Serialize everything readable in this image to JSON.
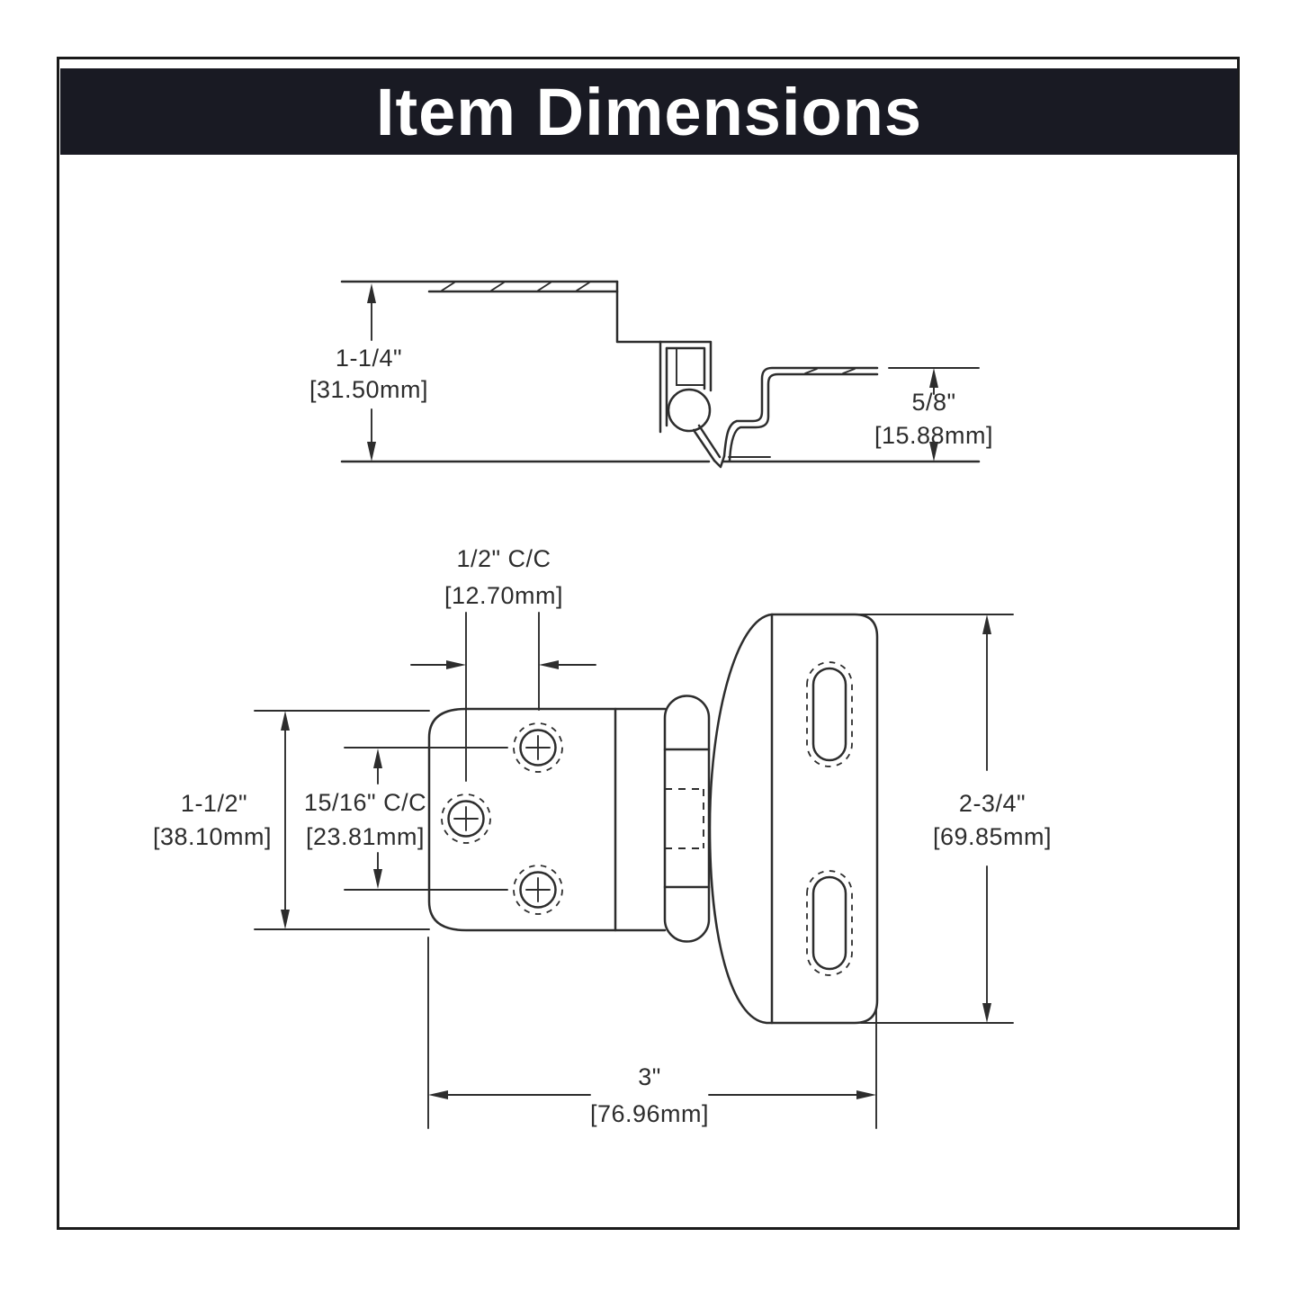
{
  "page": {
    "background": "#ffffff",
    "border_color": "#1a1a1a"
  },
  "header": {
    "title": "Item Dimensions",
    "bg_color": "#191a23",
    "text_color": "#ffffff"
  },
  "side_view": {
    "overlay_height": {
      "inches": "1-1/4\"",
      "mm": "[31.50mm]"
    },
    "frame_reveal": {
      "inches": "5/8\"",
      "mm": "[15.88mm]"
    }
  },
  "front_view": {
    "screw_hole_offset": {
      "inches": "1/2\" C/C",
      "mm": "[12.70mm]"
    },
    "leaf_height": {
      "inches": "1-1/2\"",
      "mm": "[38.10mm]"
    },
    "screw_hole_spacing": {
      "inches": "15/16\" C/C",
      "mm": "[23.81mm]"
    },
    "wing_height": {
      "inches": "2-3/4\"",
      "mm": "[69.85mm]"
    },
    "overall_width": {
      "inches": "3\"",
      "mm": "[76.96mm]"
    }
  }
}
